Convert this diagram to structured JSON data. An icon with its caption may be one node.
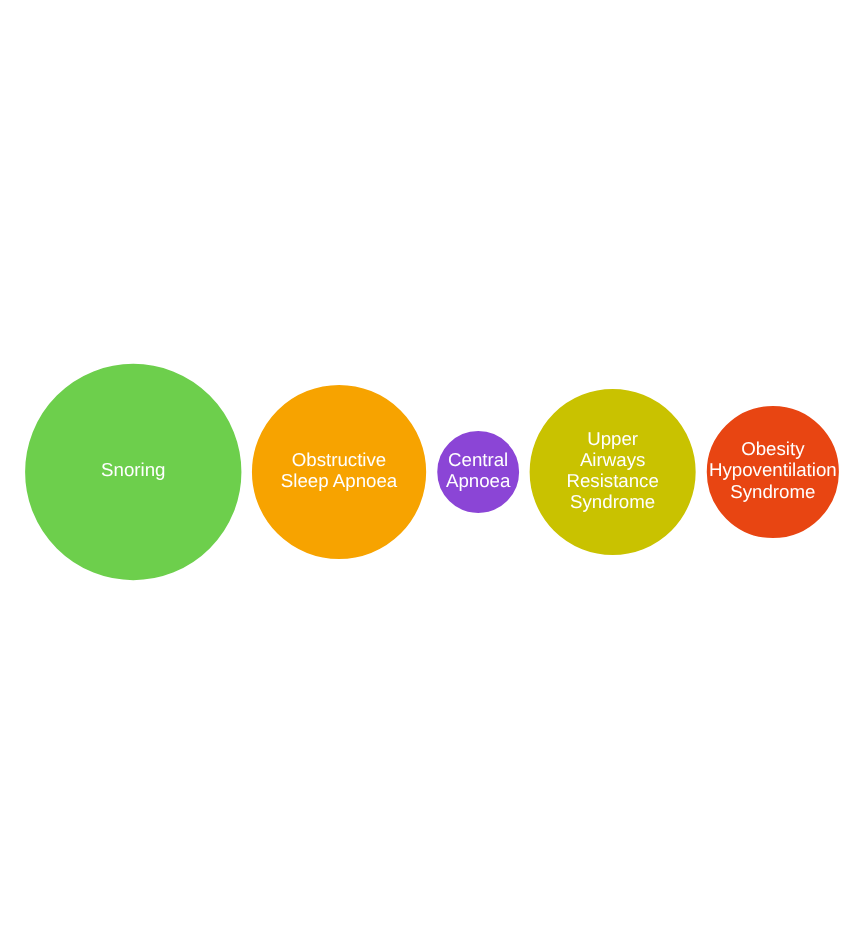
{
  "diagram": {
    "nodes": [
      {
        "text": [
          "Snoring"
        ]
      },
      {
        "text": [
          "Obstructive Sleep Apnoea"
        ]
      },
      {
        "text": [
          "Central Apnoea"
        ]
      },
      {
        "text": [
          "Upper Airways Resistance Syndrome"
        ]
      },
      {
        "text": [
          "Obesity Hypoventilation Syndrome"
        ]
      }
    ]
  }
}
